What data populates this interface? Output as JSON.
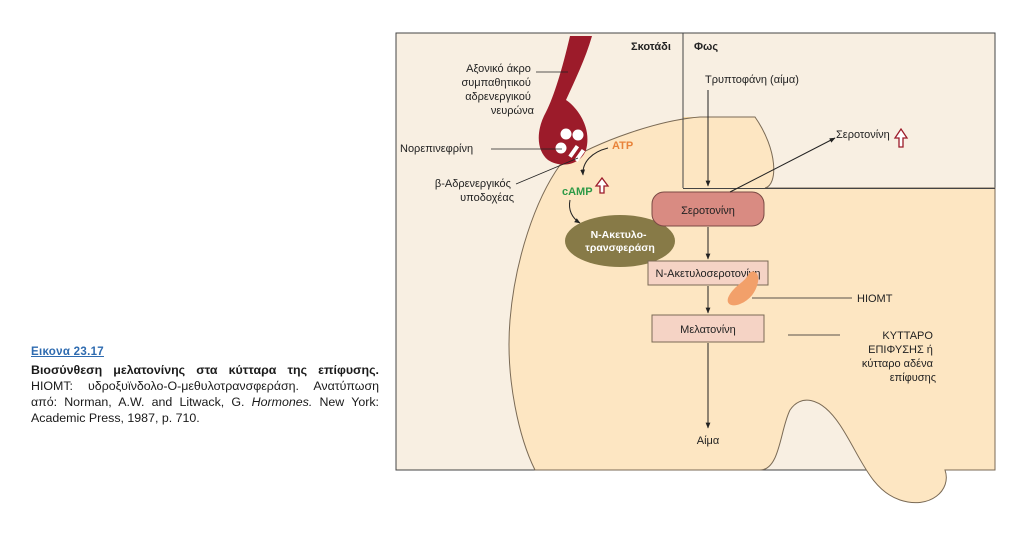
{
  "caption": {
    "label": "Εικονα 23.17",
    "title": "Βιοσύνθεση μελατονίνης στα κύτταρα της επίφυσης.",
    "body_1": " HIOMT: υδροξυϊνδολο-O-μεθυλοτρανσφεράση. Ανατύπωση από: Norman, A.W. and Litwack, G. ",
    "journal": "Hormones.",
    "body_2": " New York: Academic Press, 1987, p. 710."
  },
  "diagram": {
    "dark_label": "Σκοτάδι",
    "light_label": "Φως",
    "axon_label": [
      "Αξονικό άκρο",
      "συμπαθητικού",
      "αδρενεργικού",
      "νευρώνα"
    ],
    "norepinephrine": "Νορεπινεφρίνη",
    "beta_receptor": [
      "β-Αδρενεργικός",
      "υποδοχέας"
    ],
    "atp": "ATP",
    "camp": "cAMP",
    "tryptophan": "Τρυπτοφάνη (αίμα)",
    "serotonin_out": "Σεροτονίνη",
    "serotonin_box": "Σεροτονίνη",
    "nat_enzyme": [
      "N-Ακετυλο-",
      "τρανσφεράση"
    ],
    "acetylserotonin": "N-Ακετυλοσεροτονίνη",
    "hiomt": "HIOMT",
    "melatonin": "Μελατονίνη",
    "cell_label": [
      "ΚΥΤΤΑΡΟ",
      "ΕΠΙΦΥΣΗΣ ή",
      "κύτταρο αδένα",
      "επίφυσης"
    ],
    "blood": "Αίμα"
  },
  "colors": {
    "dark_panel": "#f8efe2",
    "light_panel": "#f7d9a5",
    "cell": "#fde6c2",
    "axon": "#9c1b2a",
    "serotonin_box": "#d98b82",
    "nat_enzyme": "#877a47",
    "product_box": "#f5d3c5",
    "hiomt_blob": "#f2a06a",
    "atp": "#e8833a",
    "camp": "#2e9a47",
    "caption_label": "#2e6bb0"
  }
}
